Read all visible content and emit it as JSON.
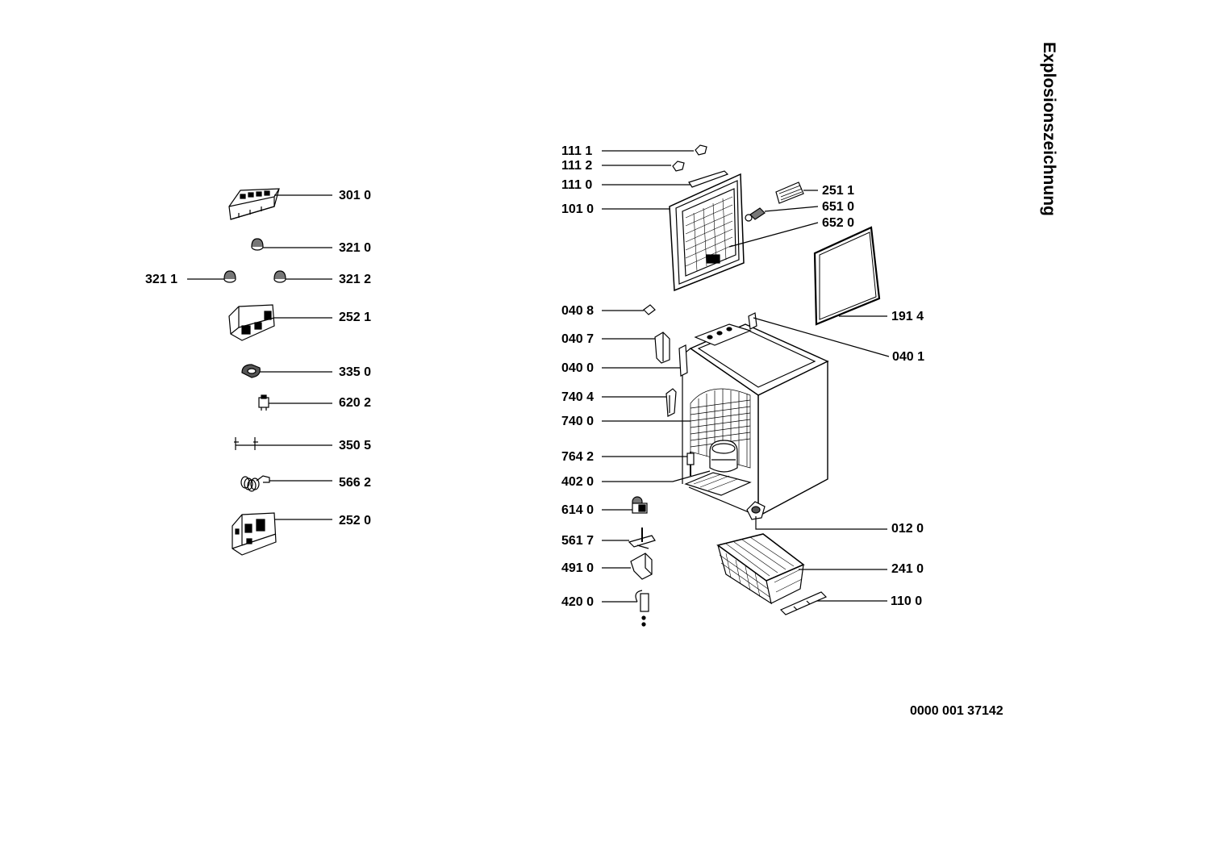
{
  "title": "Explosionszeichnung",
  "document_number": "0000 001 37142",
  "parts_left": [
    {
      "id": "301",
      "label": "301 0"
    },
    {
      "id": "3210",
      "label": "321 0"
    },
    {
      "id": "3211",
      "label": "321 1"
    },
    {
      "id": "3212",
      "label": "321 2"
    },
    {
      "id": "2521",
      "label": "252 1"
    },
    {
      "id": "335",
      "label": "335 0"
    },
    {
      "id": "620",
      "label": "620 2"
    },
    {
      "id": "350",
      "label": "350 5"
    },
    {
      "id": "566",
      "label": "566 2"
    },
    {
      "id": "2520",
      "label": "252 0"
    }
  ],
  "parts_center": [
    {
      "id": "1111",
      "label": "111 1"
    },
    {
      "id": "1112",
      "label": "111 2"
    },
    {
      "id": "1110",
      "label": "111 0"
    },
    {
      "id": "101",
      "label": "101 0"
    },
    {
      "id": "0408",
      "label": "040 8"
    },
    {
      "id": "0407",
      "label": "040 7"
    },
    {
      "id": "0400",
      "label": "040 0"
    },
    {
      "id": "7404",
      "label": "740 4"
    },
    {
      "id": "7400",
      "label": "740 0"
    },
    {
      "id": "764",
      "label": "764 2"
    },
    {
      "id": "402",
      "label": "402 0"
    },
    {
      "id": "614",
      "label": "614 0"
    },
    {
      "id": "561",
      "label": "561 7"
    },
    {
      "id": "491",
      "label": "491 0"
    },
    {
      "id": "420",
      "label": "420 0"
    }
  ],
  "parts_right": [
    {
      "id": "251",
      "label": "251 1"
    },
    {
      "id": "651",
      "label": "651 0"
    },
    {
      "id": "652",
      "label": "652 0"
    },
    {
      "id": "191",
      "label": "191 4"
    },
    {
      "id": "0401",
      "label": "040 1"
    },
    {
      "id": "012",
      "label": "012 0"
    },
    {
      "id": "241",
      "label": "241 0"
    },
    {
      "id": "110",
      "label": "110 0"
    }
  ]
}
